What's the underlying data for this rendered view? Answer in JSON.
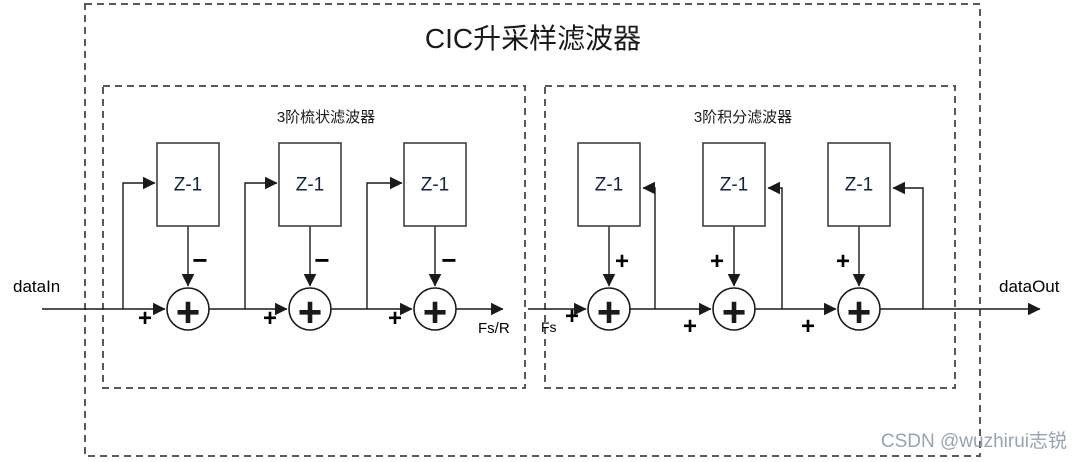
{
  "diagram": {
    "title": "CIC升采样滤波器",
    "labels": {
      "data_in": "dataIn",
      "data_out": "dataOut",
      "rate_comb_out": "Fs/R",
      "rate_integrator_in": "Fs"
    },
    "comb": {
      "title": "3阶梳状滤波器",
      "stages": [
        {
          "block": "Z-1",
          "input_sign": "+",
          "feedforward_sign": "−",
          "operator": "+"
        },
        {
          "block": "Z-1",
          "input_sign": "+",
          "feedforward_sign": "−",
          "operator": "+"
        },
        {
          "block": "Z-1",
          "input_sign": "+",
          "feedforward_sign": "−",
          "operator": "+"
        }
      ]
    },
    "integrator": {
      "title": "3阶积分滤波器",
      "stages": [
        {
          "block": "Z-1",
          "input_sign": "+",
          "feedback_sign": "+",
          "operator": "+"
        },
        {
          "block": "Z-1",
          "input_sign": "+",
          "feedback_sign": "+",
          "operator": "+"
        },
        {
          "block": "Z-1",
          "input_sign": "+",
          "feedback_sign": "+",
          "operator": "+"
        }
      ]
    },
    "watermark": "CSDN @wuzhirui志锐",
    "colors": {
      "wire": "#1a1a1a",
      "block_border": "#3f3f46",
      "dashed_border": "#5a5a5a",
      "block_text": "#16213e",
      "watermark": "#9aa3ad",
      "background": "#ffffff"
    }
  }
}
